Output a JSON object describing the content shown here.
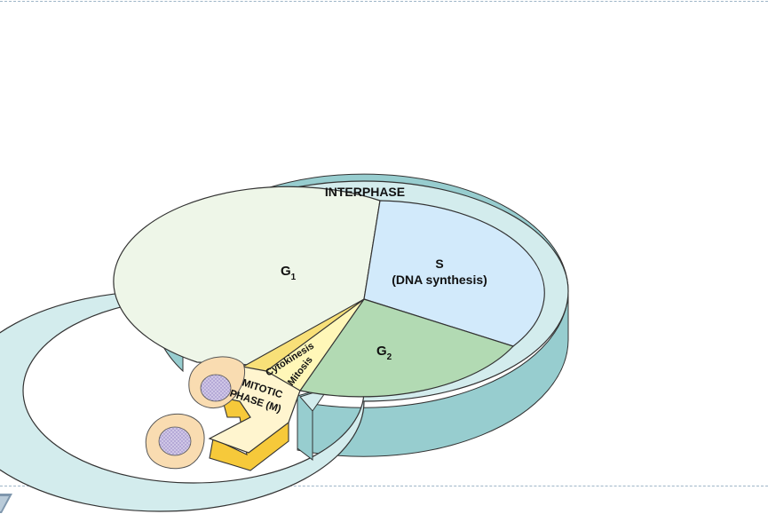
{
  "diagram": {
    "ring_label": "INTERPHASE",
    "phases": {
      "g1": {
        "main": "G",
        "sub": "1"
      },
      "s": {
        "line1": "S",
        "line2": "(DNA synthesis)"
      },
      "g2": {
        "main": "G",
        "sub": "2"
      },
      "cytokinesis": "Cytokinesis",
      "mitosis": "Mitosis",
      "mitotic_line1": "MITOTIC",
      "mitotic_line2": "PHASE (M)"
    },
    "colors": {
      "ring_top": "#d3eced",
      "ring_side": "#97cdcf",
      "g1": "#eef6e8",
      "s": "#d2eafb",
      "g2": "#b2dab3",
      "mitosis": "#fff7b8",
      "cytokinesis": "#f8e078",
      "arrow_face": "#fff5cf",
      "arrow_side": "#f6c93a",
      "cell": "#f9dcb1",
      "nucleus": "#c9c0e2"
    }
  }
}
